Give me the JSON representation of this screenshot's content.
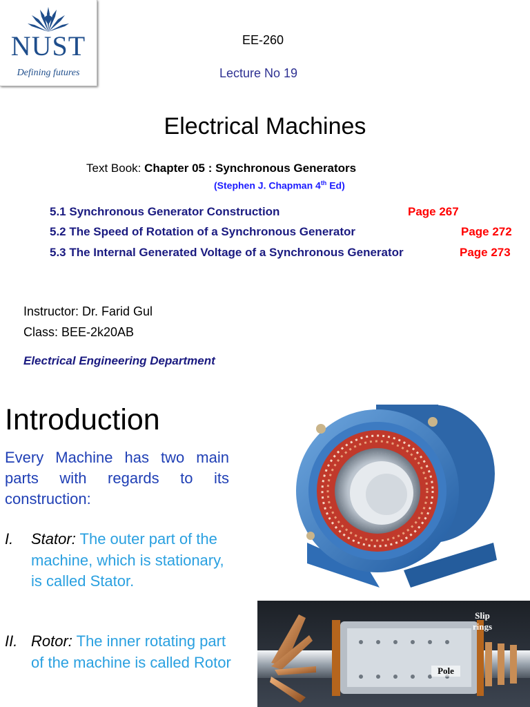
{
  "logo": {
    "name": "NUST",
    "tagline": "Defining futures"
  },
  "course_code": "EE-260",
  "lecture": "Lecture  No 19",
  "title": "Electrical Machines",
  "textbook": {
    "prefix": "Text Book: ",
    "chapter": "Chapter 05 :  Synchronous Generators",
    "author": "(Stephen J. Chapman  4",
    "edition_sup": "th",
    "edition_suffix": " Ed)"
  },
  "sections": [
    {
      "title": "5.1 Synchronous Generator Construction",
      "page": "Page 267"
    },
    {
      "title": "5.2 The Speed of Rotation of a Synchronous Generator",
      "page": "Page 272"
    },
    {
      "title": "5.3 The Internal Generated Voltage of a Synchronous Generator",
      "page": "Page 273"
    }
  ],
  "instructor": "Instructor: Dr. Farid Gul",
  "class": "Class: BEE-2k20AB",
  "department": "Electrical  Engineering Department",
  "introduction": {
    "heading": "Introduction",
    "text": "Every Machine has two main parts with regards to its construction:",
    "items": [
      {
        "num": "I.",
        "term": "Stator:",
        "desc": " The outer part of the machine, which is stationary, is called Stator."
      },
      {
        "num": "II.",
        "term": "Rotor:",
        "desc": " The inner rotating part of the machine is called Rotor"
      }
    ]
  },
  "rotor_image": {
    "slip_rings_label_1": "Slip",
    "slip_rings_label_2": "rings",
    "pole_label": "Pole"
  },
  "colors": {
    "heading_blue": "#2e3192",
    "section_blue": "#1a1a80",
    "page_red": "#ff0000",
    "intro_blue": "#1f3fb5",
    "list_light_blue": "#2aa0e0",
    "logo_blue": "#1f4e8c"
  },
  "icons": [
    "nust-logo-mark",
    "stator-illustration",
    "rotor-photo"
  ]
}
